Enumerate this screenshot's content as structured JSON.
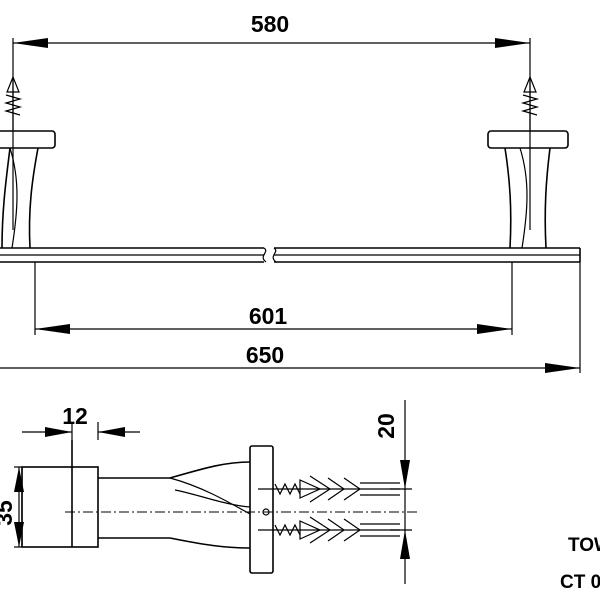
{
  "dimensions": {
    "top_span": "580",
    "bar_inner": "601",
    "overall_length": "650",
    "thickness": "12",
    "height": "20",
    "depth": "35"
  },
  "product": {
    "line1": "TOW",
    "line2": "CT 0"
  }
}
